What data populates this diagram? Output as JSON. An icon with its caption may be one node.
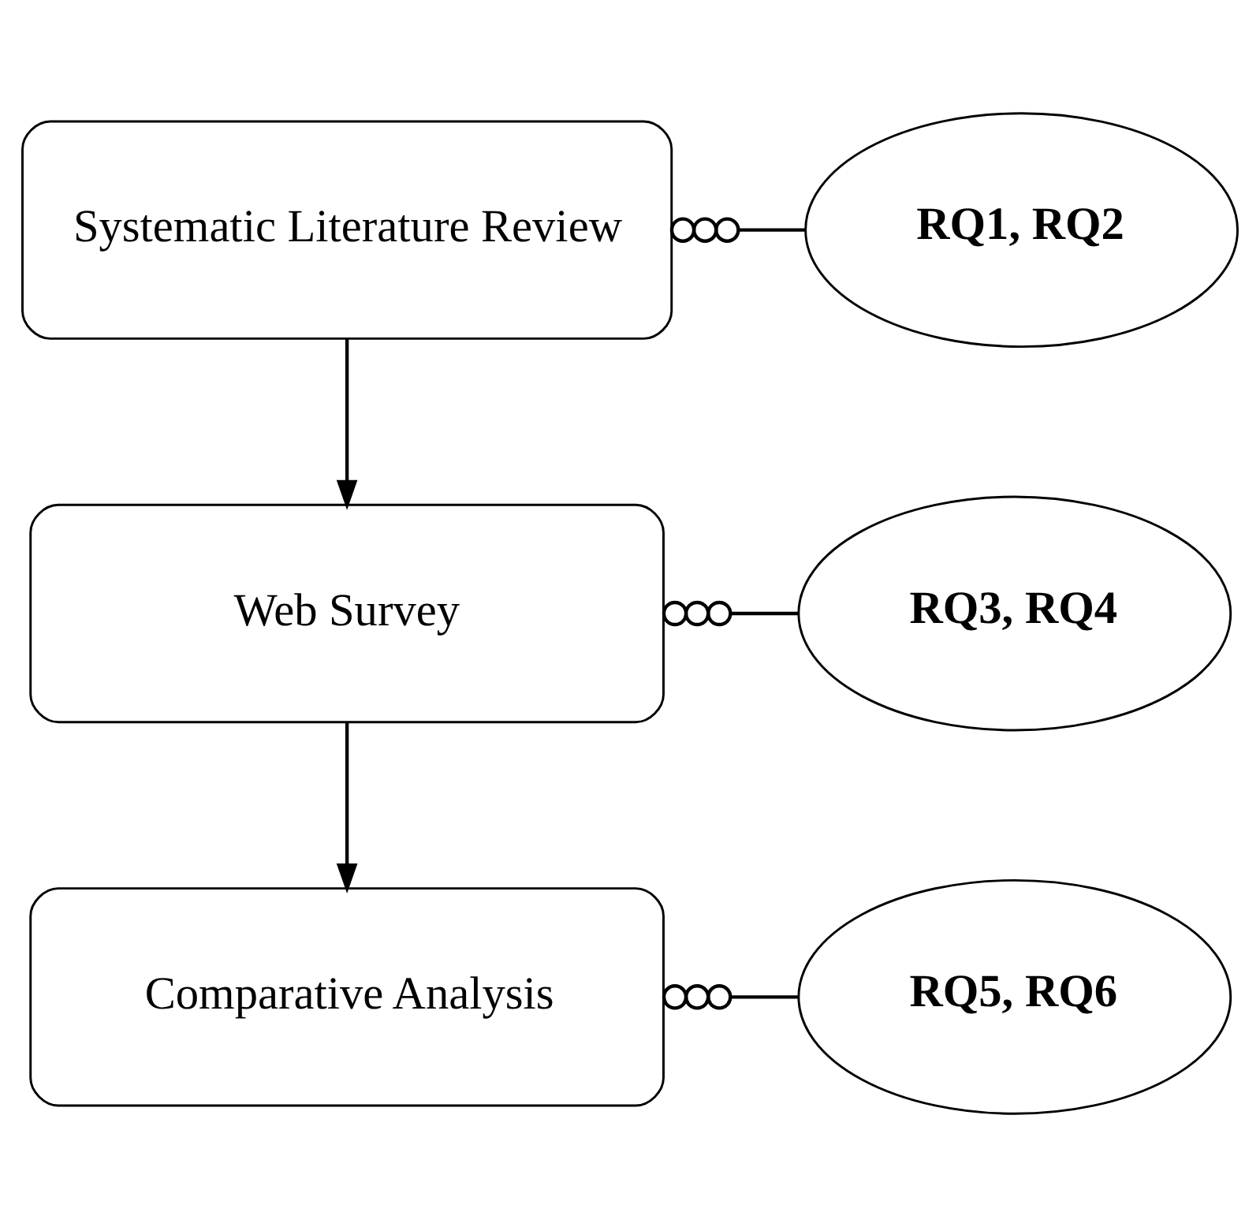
{
  "diagram": {
    "nodes": [
      {
        "text": [
          "Systematic Literature Review"
        ]
      },
      {
        "text": [
          "Web Survey"
        ]
      },
      {
        "text": [
          "Comparative Analysis"
        ]
      },
      {
        "text": [
          "RQ1, RQ2"
        ]
      },
      {
        "text": [
          "RQ3, RQ4"
        ]
      },
      {
        "text": [
          "RQ5, RQ6"
        ]
      }
    ],
    "edges": [
      {
        "from": 0,
        "to": 1,
        "arrow": "to"
      },
      {
        "from": 1,
        "to": 2,
        "arrow": "to"
      },
      {
        "from": 0,
        "to": 3,
        "arrow": "other"
      },
      {
        "from": 1,
        "to": 4,
        "arrow": "other"
      },
      {
        "from": 2,
        "to": 5,
        "arrow": "other"
      }
    ]
  }
}
